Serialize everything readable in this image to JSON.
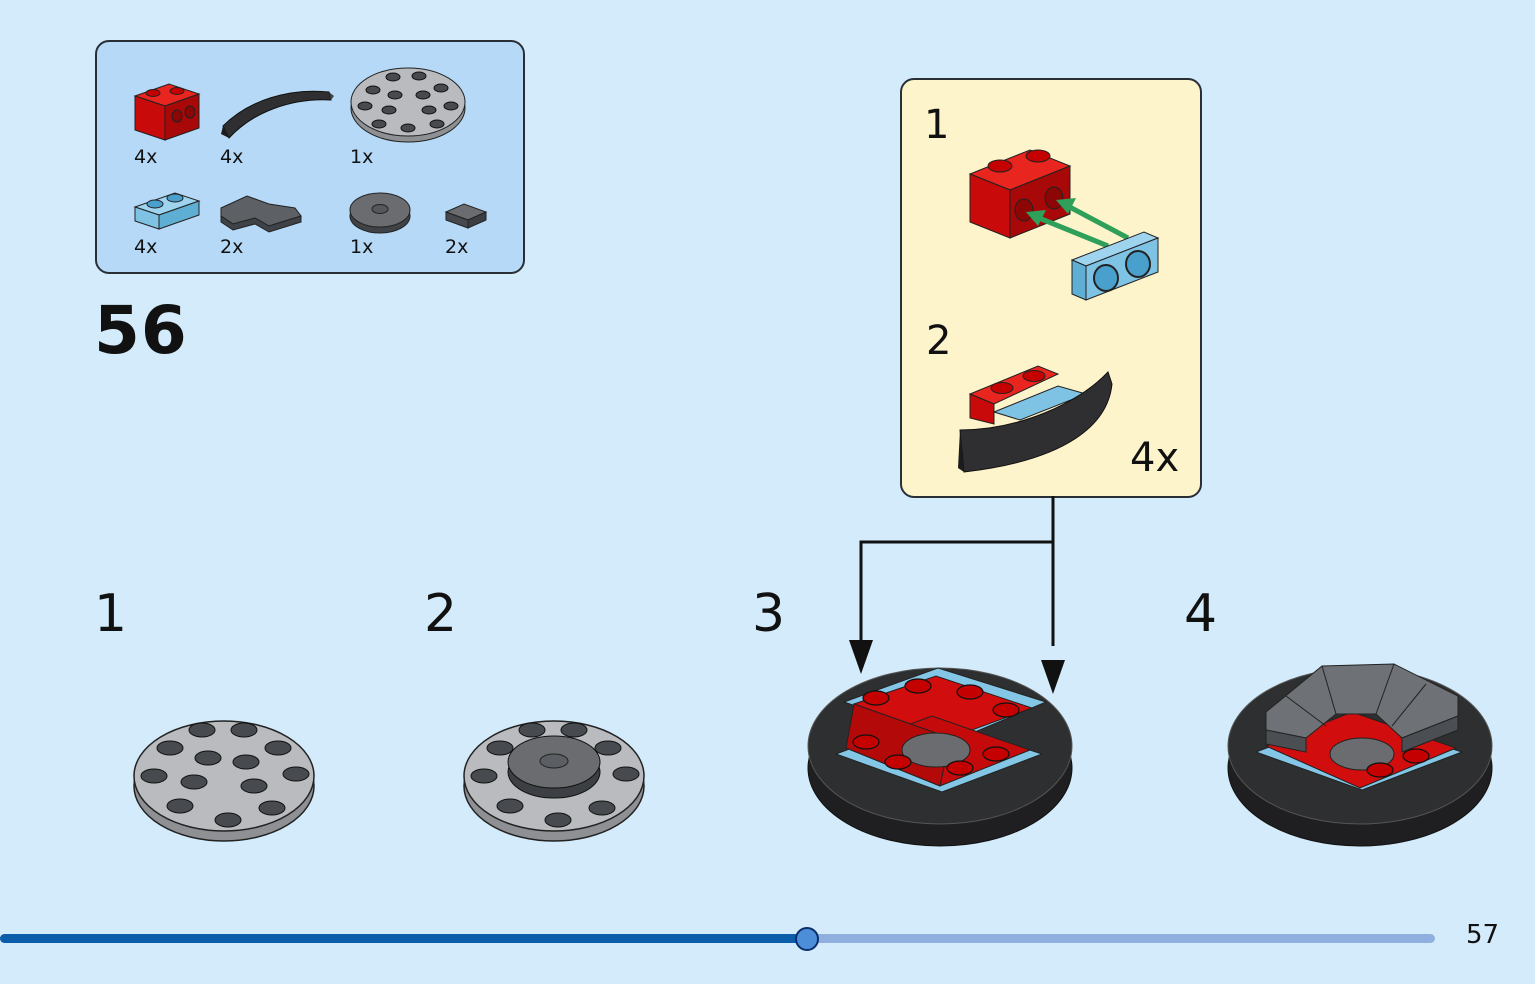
{
  "parts_list": [
    {
      "name": "red-brick-1x2-with-studs-on-side",
      "qty": "4x",
      "color": "#d40a0a"
    },
    {
      "name": "dark-gray-curved-slope",
      "qty": "4x",
      "color": "#2f2f31"
    },
    {
      "name": "light-gray-round-plate",
      "qty": "1x",
      "color": "#a2a5a8"
    },
    {
      "name": "light-blue-plate-1x2",
      "qty": "4x",
      "color": "#7fc3e4"
    },
    {
      "name": "dark-gray-corner-tile",
      "qty": "2x",
      "color": "#5d6064"
    },
    {
      "name": "dark-gray-round-tile",
      "qty": "1x",
      "color": "#6a6c70"
    },
    {
      "name": "dark-gray-tile-1x1",
      "qty": "2x",
      "color": "#5d6064"
    }
  ],
  "step_number": "56",
  "callout": {
    "steps": [
      "1",
      "2"
    ],
    "multiplier": "4x",
    "background": "#fef4cc"
  },
  "substeps": [
    "1",
    "2",
    "3",
    "4"
  ],
  "progress": {
    "value": 0.5624
  },
  "page_number": "57",
  "colors": {
    "background": "#d3ebfa",
    "parts_box": "#b5d9f6",
    "arrow_green": "#2fa05a",
    "progress_fill": "#0b5ca9",
    "progress_track": "#8fb0de"
  }
}
